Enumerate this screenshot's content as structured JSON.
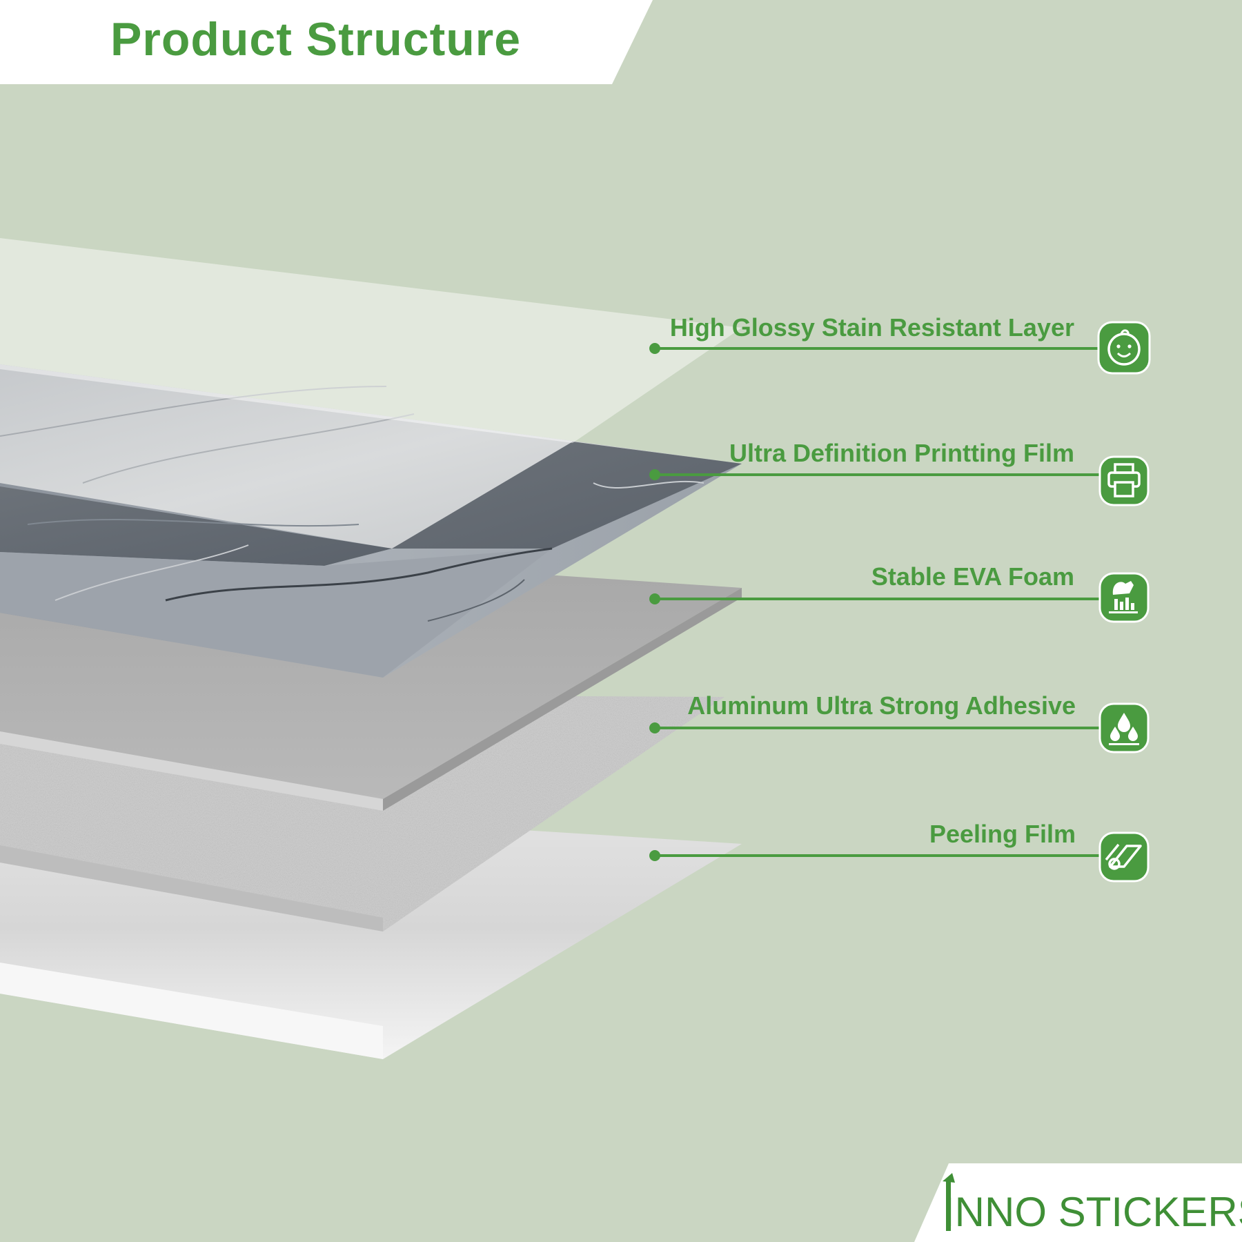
{
  "header": {
    "title": "Product Structure"
  },
  "layers": [
    {
      "label": "High Glossy Stain Resistant Layer",
      "icon": "baby-face-icon"
    },
    {
      "label": "Ultra Definition Printting Film",
      "icon": "printer-icon"
    },
    {
      "label": "Stable EVA Foam",
      "icon": "foam-hand-icon"
    },
    {
      "label": "Aluminum Ultra Strong Adhesive",
      "icon": "water-drops-icon"
    },
    {
      "label": "Peeling Film",
      "icon": "peeling-roll-icon"
    }
  ],
  "brand": {
    "name": "INNO STICKERS"
  },
  "colors": {
    "background": "#cad6c2",
    "accent": "#4a9b40",
    "icon_fill": "#4a9b40",
    "header_band": "#ffffff"
  }
}
